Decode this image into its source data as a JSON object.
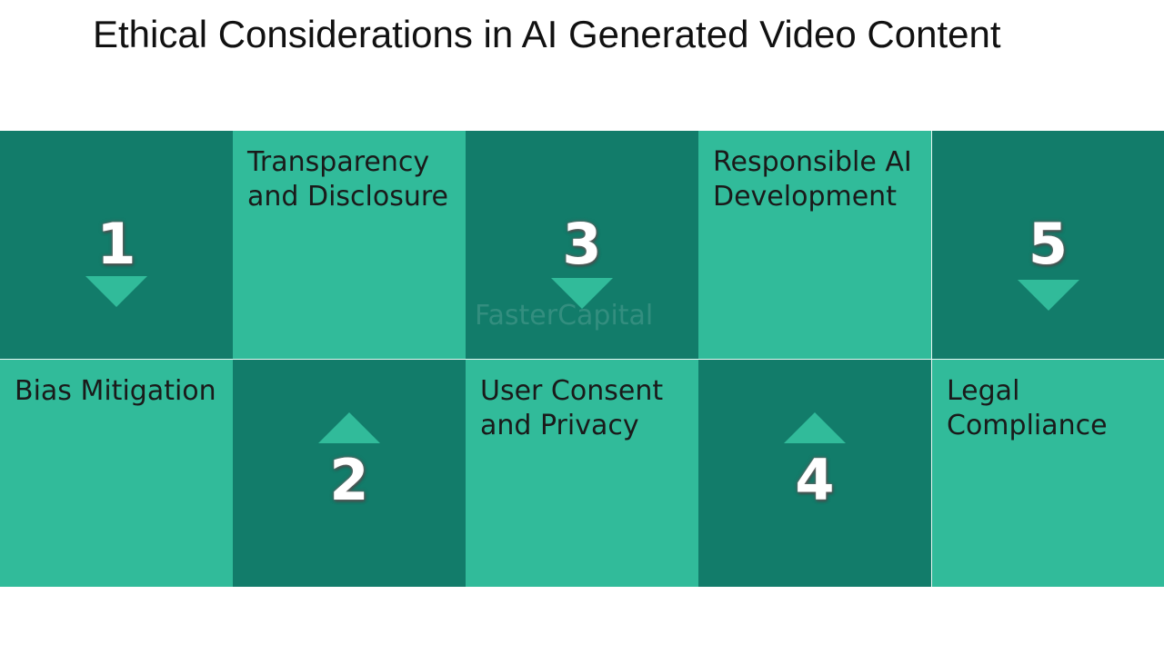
{
  "title": "Ethical Considerations in AI Generated Video Content",
  "steps": [
    {
      "number": "1",
      "label": "Bias Mitigation"
    },
    {
      "number": "2",
      "label": "Transparency and Disclosure"
    },
    {
      "number": "3",
      "label": "User Consent and Privacy"
    },
    {
      "number": "4",
      "label": "Responsible AI Development"
    },
    {
      "number": "5",
      "label": "Legal Compliance"
    }
  ],
  "watermark": "FasterCapital",
  "colors": {
    "dark": "#127c6a",
    "light": "#31bb9a",
    "text": "#1a1a1a"
  }
}
